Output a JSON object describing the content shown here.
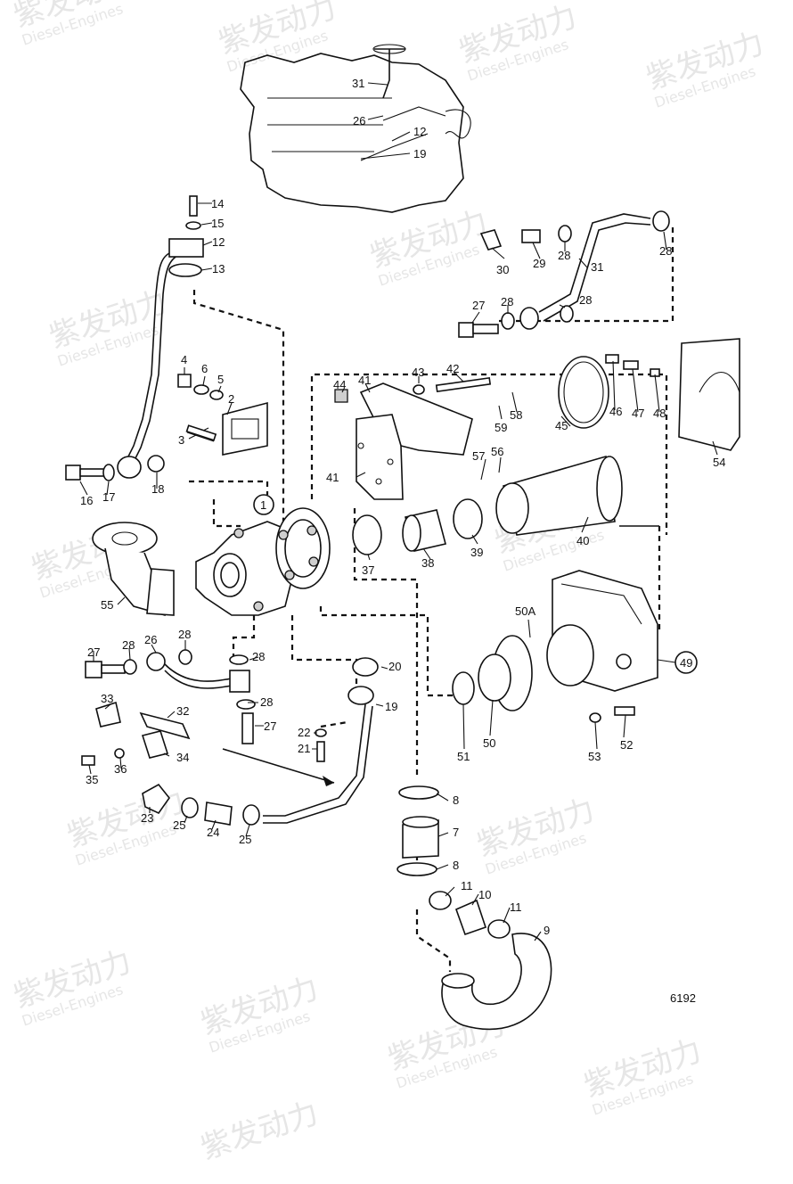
{
  "watermark": {
    "brand": "紫发动力",
    "sub": "Diesel-Engines"
  },
  "drawing_number": "6192",
  "callouts": {
    "c1": "1",
    "c2": "2",
    "c3": "3",
    "c4": "4",
    "c5": "5",
    "c6": "6",
    "c7": "7",
    "c8a": "8",
    "c8b": "8",
    "c9": "9",
    "c10": "10",
    "c11a": "11",
    "c11b": "11",
    "c12a": "12",
    "c12b": "12",
    "c13": "13",
    "c14": "14",
    "c15": "15",
    "c16": "16",
    "c17": "17",
    "c18": "18",
    "c19a": "19",
    "c19b": "19",
    "c20": "20",
    "c21": "21",
    "c22": "22",
    "c23": "23",
    "c24": "24",
    "c25a": "25",
    "c25b": "25",
    "c26a": "26",
    "c26b": "26",
    "c27a": "27",
    "c27b": "27",
    "c27c": "27",
    "c28a": "28",
    "c28b": "28",
    "c28c": "28",
    "c28d": "28",
    "c28e": "28",
    "c28f": "28",
    "c28g": "28",
    "c29": "29",
    "c30": "30",
    "c31a": "31",
    "c31b": "31",
    "c32": "32",
    "c33": "33",
    "c34": "34",
    "c35": "35",
    "c36": "36",
    "c37": "37",
    "c38": "38",
    "c39": "39",
    "c40": "40",
    "c41a": "41",
    "c41b": "41",
    "c42": "42",
    "c43": "43",
    "c44": "44",
    "c45": "45",
    "c46": "46",
    "c47": "47",
    "c48": "48",
    "c49": "49",
    "c50": "50",
    "c50a": "50A",
    "c51": "51",
    "c52": "52",
    "c53": "53",
    "c54": "54",
    "c55": "55",
    "c56": "56",
    "c57": "57",
    "c58": "58",
    "c59": "59"
  }
}
